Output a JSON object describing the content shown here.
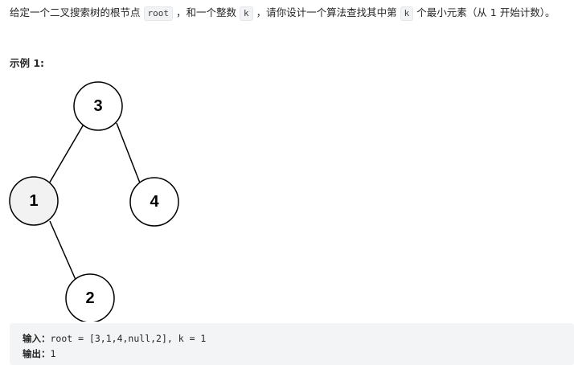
{
  "problem": {
    "text_before_root": "给定一个二叉搜索树的根节点",
    "root_code": "root",
    "text_before_k": "，和一个整数",
    "k_code": "k",
    "text_before_k2": "，请你设计一个算法查找其中第",
    "k2_code": "k",
    "text_after": "个最小元素（从 1 开始计数）。"
  },
  "example": {
    "title": "示例 1:",
    "tree_nodes": [
      {
        "value": "3",
        "shaded": false
      },
      {
        "value": "1",
        "shaded": true
      },
      {
        "value": "4",
        "shaded": false
      },
      {
        "value": "2",
        "shaded": false
      }
    ],
    "tree_edges": [
      [
        "3",
        "1"
      ],
      [
        "3",
        "4"
      ],
      [
        "1",
        "2"
      ]
    ],
    "input_label": "输入：",
    "input_value": "root = [3,1,4,null,2], k = 1",
    "output_label": "输出：",
    "output_value": "1"
  }
}
